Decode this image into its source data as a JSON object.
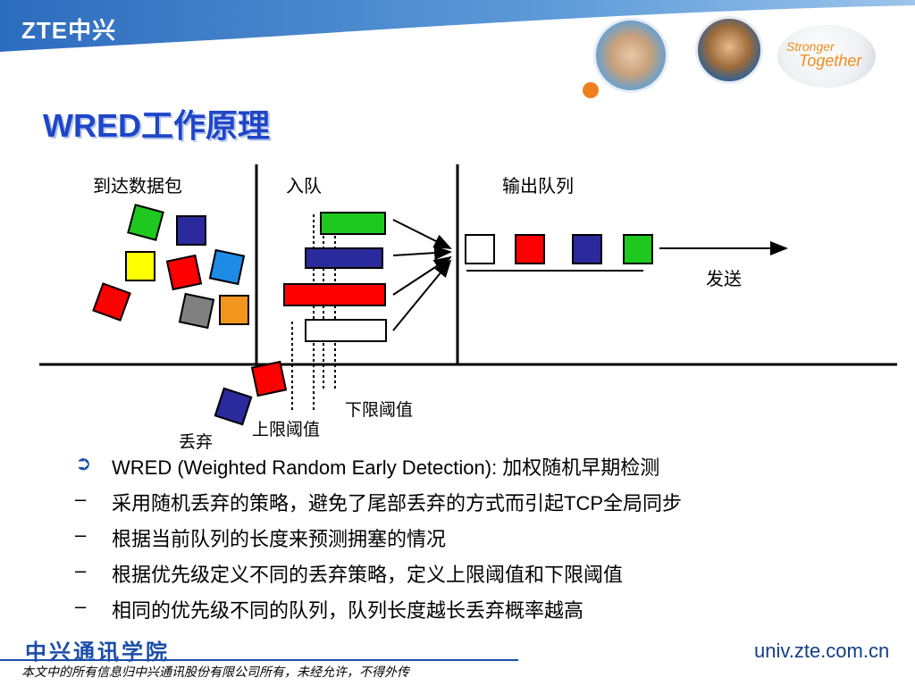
{
  "header": {
    "logo_text": "ZTE中兴",
    "slogan_line1": "Stronger",
    "slogan_line2": "Together",
    "band_color": "#3a78c3",
    "accent_color": "#f08c1e"
  },
  "title": "WRED工作原理",
  "diagram": {
    "labels": {
      "arrival": "到达数据包",
      "enqueue": "入队",
      "output_queue": "输出队列",
      "send": "发送",
      "drop": "丢弃",
      "upper_threshold": "上限阈值",
      "lower_threshold": "下限阈值"
    },
    "packet_colors": {
      "green": "#1ec81e",
      "blue": "#2a2a9c",
      "yellow": "#ffff00",
      "red": "#ff0000",
      "sky": "#1e8ce6",
      "gray": "#808080",
      "orange": "#f0961e",
      "white": "#ffffff"
    }
  },
  "bullets": [
    {
      "marker": "➲",
      "text": "WRED (Weighted Random Early Detection): 加权随机早期检测"
    },
    {
      "marker": "–",
      "text": "采用随机丢弃的策略，避免了尾部丢弃的方式而引起TCP全局同步"
    },
    {
      "marker": "–",
      "text": "根据当前队列的长度来预测拥塞的情况"
    },
    {
      "marker": "–",
      "text": "根据优先级定义不同的丢弃策略，定义上限阈值和下限阈值"
    },
    {
      "marker": "–",
      "text": "相同的优先级不同的队列，队列长度越长丢弃概率越高"
    }
  ],
  "footer": {
    "academy": "中兴通讯学院",
    "notice": "本文中的所有信息归中兴通讯股份有限公司所有，未经允许，不得外传",
    "url": "univ.zte.com.cn"
  }
}
